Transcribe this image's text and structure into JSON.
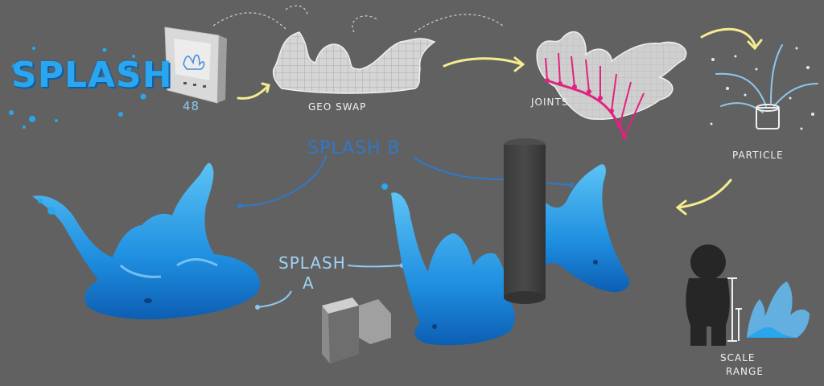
{
  "title": "SPLASH",
  "labels": {
    "count": "48",
    "geo_swap": "GEO SWAP",
    "joints": "JOINTS",
    "particle": "PARTICLE",
    "splash_b": "SPLASH B",
    "splash_a_line1": "SPLASH",
    "splash_a_line2": "A",
    "scale_line1": "SCALE",
    "scale_line2": "RANGE"
  },
  "colors": {
    "background": "#616161",
    "splash_blue": "#2aa6ee",
    "label_blue": "#2f79c9",
    "arrow_yellow": "#f4ec8f",
    "joint_magenta": "#e0237f"
  }
}
